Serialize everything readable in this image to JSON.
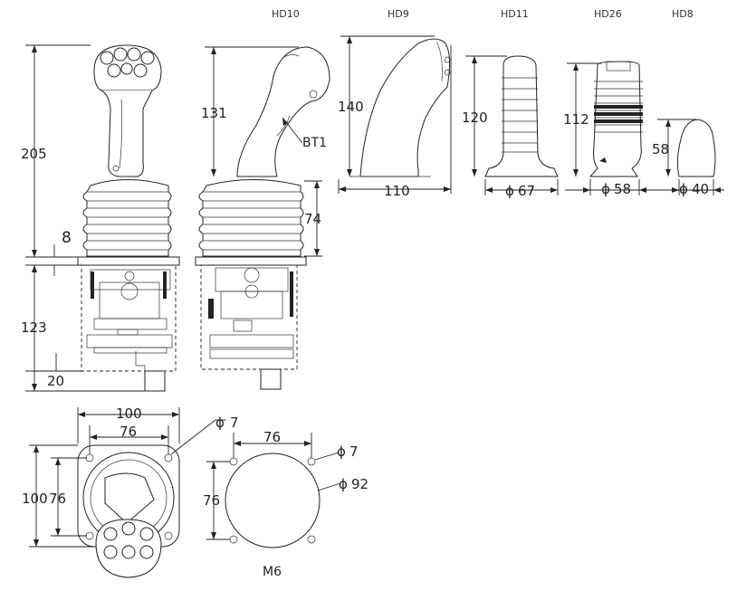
{
  "models": {
    "hd10": "HD10",
    "hd9": "HD9",
    "hd11": "HD11",
    "hd26": "HD26",
    "hd8": "HD8"
  },
  "dimensions": {
    "total_height": "205",
    "flange_thickness": "8",
    "below_flange_depth": "123",
    "bottom_depth": "20",
    "hd10_handle_height": "131",
    "boot_height": "74",
    "hd9_height": "140",
    "hd9_width": "110",
    "hd11_height": "120",
    "hd11_diameter": "67",
    "hd26_height": "112",
    "hd26_diameter": "58",
    "hd8_height": "58",
    "hd8_diameter": "40",
    "plate_outer_width": "100",
    "plate_hole_spacing_x": "76",
    "plate_hole_diameter": "7",
    "plate_outer_height": "100",
    "plate_hole_spacing_y": "76",
    "cutout_hole_spacing_x": "76",
    "cutout_hole_diameter": "7",
    "cutout_diameter": "92",
    "cutout_hole_spacing_y": "76"
  },
  "labels": {
    "button_label": "BT1",
    "screw_label": "M6",
    "diameter_symbol": "ϕ"
  }
}
